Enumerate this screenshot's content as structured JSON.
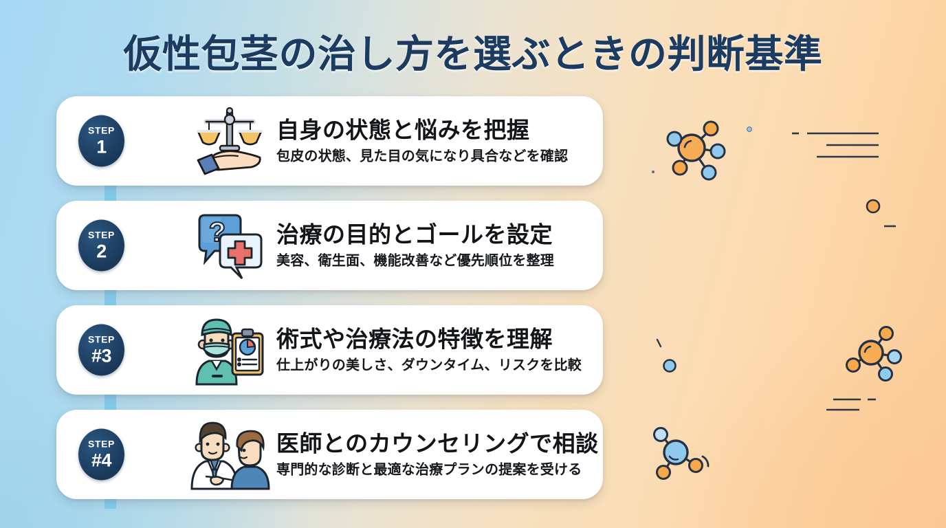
{
  "page": {
    "title": "仮性包茎の治し方を選ぶときの判断基準",
    "background": {
      "left_color": "#A6D8F2",
      "right_color": "#FBCB98",
      "connector_color": "#86CBEA",
      "card_color": "#FFFFFF",
      "badge_color": "#1D3F62",
      "title_color": "#1B3B60"
    }
  },
  "steps": [
    {
      "badge_label": "STEP",
      "badge_number": "1",
      "icon": "balance-scale-on-hand-icon",
      "heading": "自身の状態と悩みを把握",
      "sub": "包皮の状態、見た目の気になり具合などを確認"
    },
    {
      "badge_label": "STEP",
      "badge_number": "2",
      "icon": "question-and-medical-cross-speech-bubbles-icon",
      "heading": "治療の目的とゴールを設定",
      "sub": "美容、衛生面、機能改善など優先順位を整理"
    },
    {
      "badge_label": "STEP",
      "badge_number": "#3",
      "icon": "surgeon-with-clipboard-icon",
      "heading": "術式や治療法の特徴を理解",
      "sub": "仕上がりの美しさ、ダウンタイム、リスクを比較"
    },
    {
      "badge_label": "STEP",
      "badge_number": "#4",
      "icon": "doctor-consulting-patient-icon",
      "heading": "医師とのカウンセリングで相談",
      "sub": "専門的な診断と最適な治療プランの提案を受ける"
    }
  ],
  "decorations": {
    "molecule_orange_center": "#F5A74E",
    "molecule_blue_node": "#8CC7EA",
    "molecule_outline": "#263244",
    "dash_line_color": "#2B3647"
  }
}
